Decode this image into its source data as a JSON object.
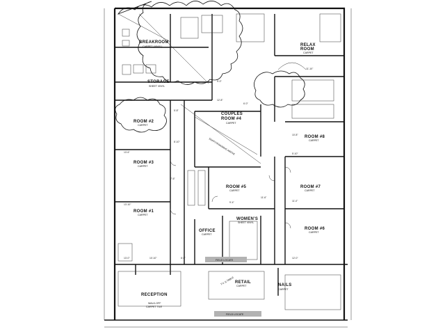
{
  "rooms": {
    "breakroom": {
      "name": "BREAKROOM",
      "finish": "CARPET (VINYL)"
    },
    "storage": {
      "name": "STORAGE",
      "finish": "SHEET VINYL"
    },
    "relax_room": {
      "name": "RELAX\nROOM",
      "finish": "CARPET"
    },
    "couples_room": {
      "name": "COUPLES\nROOM #4",
      "finish": "CARPET"
    },
    "room2": {
      "name": "ROOM #2",
      "finish": "CARPET"
    },
    "room3": {
      "name": "ROOM #3",
      "finish": "CARPET"
    },
    "room1": {
      "name": "ROOM #1",
      "finish": "CARPET"
    },
    "room5": {
      "name": "ROOM #5",
      "finish": "CARPET"
    },
    "room6": {
      "name": "ROOM #6",
      "finish": "CARPET"
    },
    "room7": {
      "name": "ROOM #7",
      "finish": "CARPET"
    },
    "room8": {
      "name": "ROOM #8",
      "finish": "CARPET"
    },
    "office": {
      "name": "OFFICE",
      "finish": "CARPET"
    },
    "womens": {
      "name": "WOMEN'S",
      "finish": "SHEET VINYL"
    },
    "retail": {
      "name": "RETAIL",
      "finish": "CARPET"
    },
    "nails": {
      "name": "NAILS",
      "finish": "CARPET"
    },
    "reception": {
      "name": "RECEPTION",
      "finish": "WALK-OFF\nCARPET TILE"
    }
  },
  "notes": {
    "field_locate_1": "FIELD LOCATE",
    "field_locate_2": "FIELD LOCATE",
    "diagonal_note": "SOFFIT/FRAMING ABOVE",
    "tv_label": "T.V. & TABLE"
  },
  "dimensions": [
    "13'-6\"",
    "13'-10\"",
    "5'-8\"",
    "8'-10\"",
    "9'-0\"",
    "12'-8\"",
    "6'-0\"",
    "10'-8\"",
    "5'-10\"",
    "11'-0\"",
    "12'-0\"",
    "13'-0\"",
    "10'-10\"",
    "8'-6\"",
    "9'-4\"",
    "7'-6\"",
    "11'-6\"",
    "11'-10\""
  ],
  "colors": {
    "ink": "#111111",
    "field_bar": "#b3b3b3"
  }
}
